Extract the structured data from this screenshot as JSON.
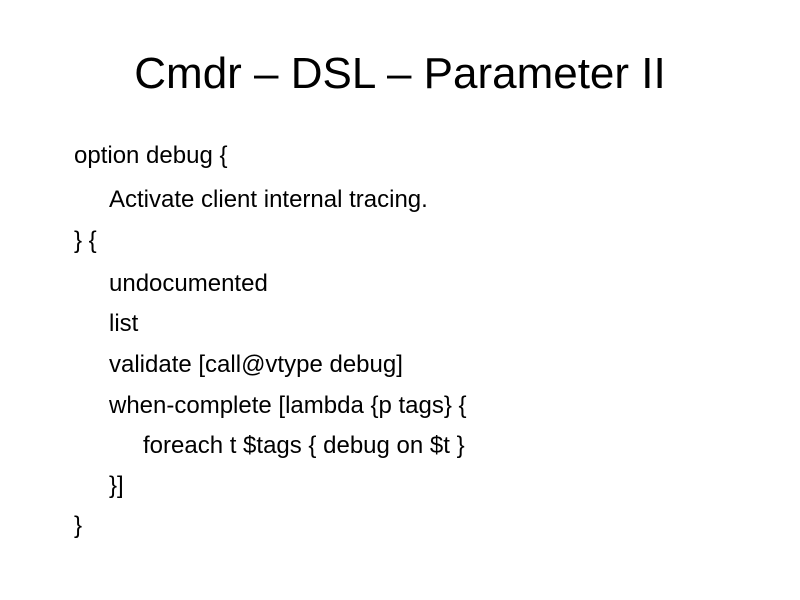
{
  "slide": {
    "title": "Cmdr – DSL – Parameter II",
    "lines": [
      {
        "text": "option debug {",
        "indent": 0
      },
      {
        "text": "Activate client internal tracing.",
        "indent": 1
      },
      {
        "text": "} {",
        "indent": 0
      },
      {
        "text": "undocumented",
        "indent": 1
      },
      {
        "text": "list",
        "indent": 1
      },
      {
        "text": "validate [call@vtype debug]",
        "indent": 1
      },
      {
        "text": "when-complete [lambda {p tags} {",
        "indent": 1
      },
      {
        "text": "foreach t $tags { debug on $t }",
        "indent": 2
      },
      {
        "text": "}]",
        "indent": 1
      },
      {
        "text": "}",
        "indent": 0
      }
    ]
  }
}
